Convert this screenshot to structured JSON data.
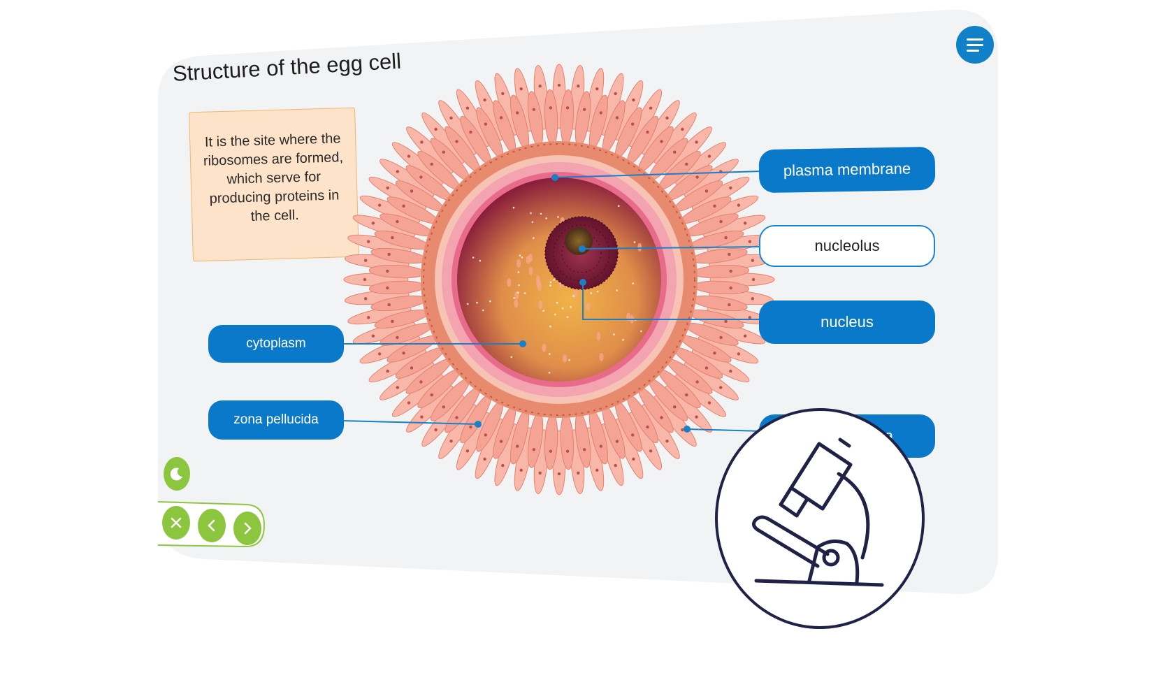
{
  "title": "Structure of the egg cell",
  "info_text": [
    "It is the site where the",
    "ribosomes are formed,",
    "which serve for",
    "producing proteins in",
    "the cell."
  ],
  "labels": {
    "plasma_membrane": "plasma membrane",
    "nucleolus": "nucleolus",
    "nucleus": "nucleus",
    "cytoplasm": "cytoplasm",
    "zona_pellucida": "zona pellucida",
    "corona_radiata_visible": "ta"
  },
  "icons": {
    "menu": "menu-icon",
    "theme": "moon-icon",
    "close": "close-icon",
    "prev": "chevron-left-icon",
    "next": "chevron-right-icon",
    "microscope": "microscope-icon"
  },
  "colors": {
    "accent_blue": "#0a79c9",
    "nav_green": "#8cc63f",
    "info_bg": "#fde3c9",
    "info_border": "#f4b46d",
    "panel_bg": "#f2f3f5",
    "icon_stroke": "#1f2146"
  }
}
